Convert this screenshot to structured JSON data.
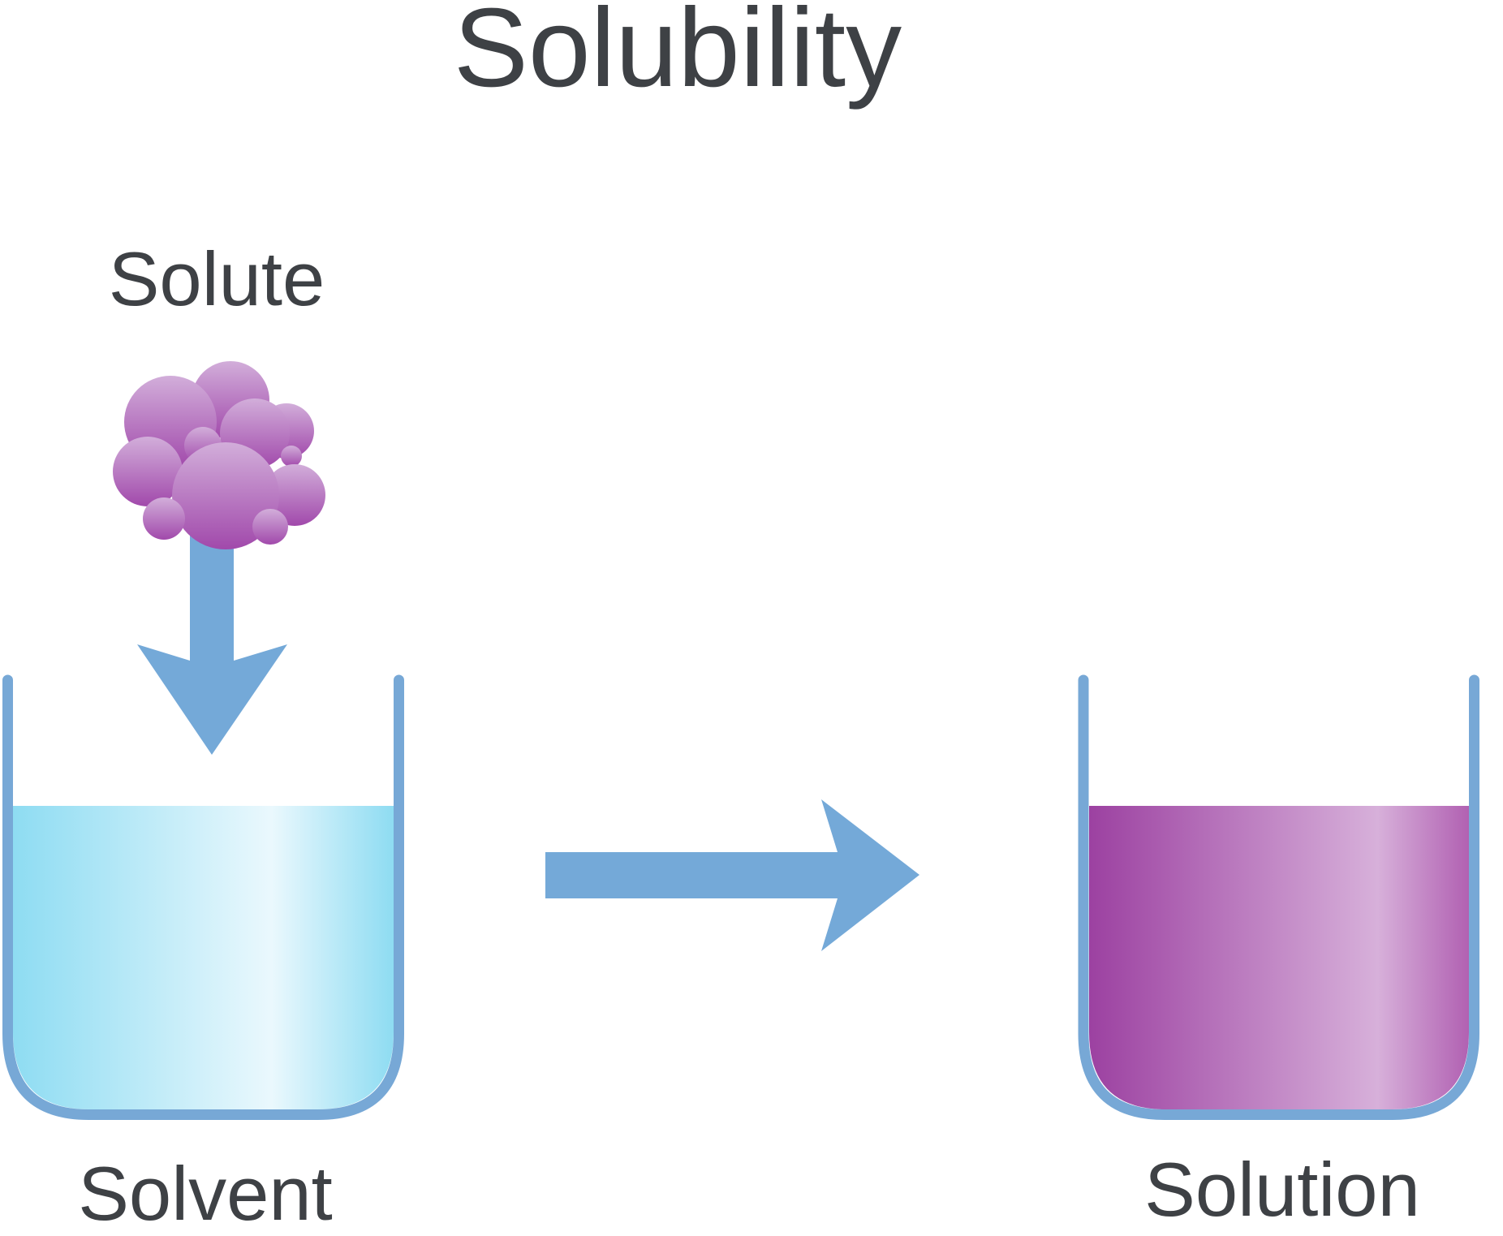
{
  "title": "Solubility",
  "labels": {
    "solute": "Solute",
    "solvent": "Solvent",
    "solution": "Solution"
  },
  "icons": {
    "solute_to_solvent": "down-arrow-icon",
    "solvent_to_solution": "right-arrow-icon"
  },
  "colors": {
    "text": "#3e4145",
    "arrow_blue": "#74a9d8",
    "beaker_outline": "#77a8d6",
    "solvent_liquid_edge": "#8edcf2",
    "solvent_liquid_light": "#eaf8fd",
    "solution_liquid_dark": "#9c41a1",
    "solution_liquid_light": "#d7b0da",
    "solution_liquid_right": "#b161b2",
    "solute_sphere_light": "#d2aeda",
    "solute_sphere_dark": "#a149ab"
  }
}
